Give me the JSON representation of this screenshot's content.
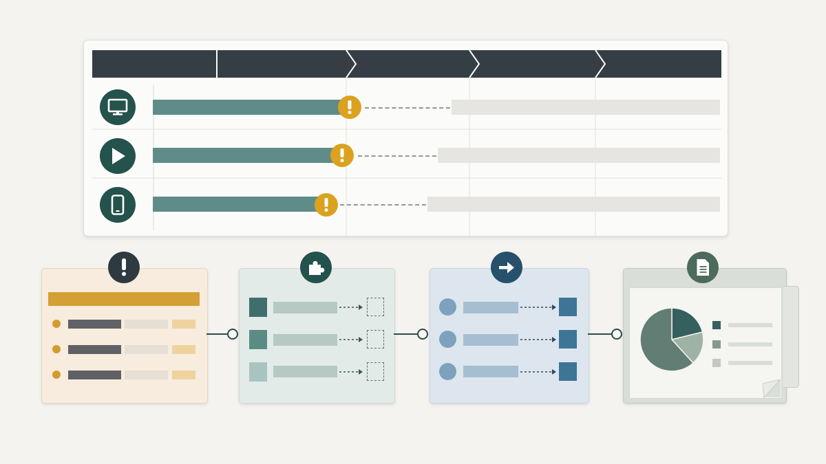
{
  "colors": {
    "header": "#353e44",
    "teal_dark": "#24524d",
    "progress": "#5f8c89",
    "pending": "#e6e5e2",
    "warning": "#dba21f",
    "stage_issue": "#f7ecdd",
    "stage_integrate": "#e3ebe8",
    "stage_route": "#dde6ee",
    "stage_report": "#d9dfd8"
  },
  "timeline": {
    "phase_count": 5,
    "rows": [
      {
        "icon": "monitor-icon",
        "progress": 0.3,
        "status": "blocked"
      },
      {
        "icon": "play-icon",
        "progress": 0.28,
        "status": "blocked"
      },
      {
        "icon": "mobile-icon",
        "progress": 0.26,
        "status": "blocked"
      }
    ]
  },
  "stages": [
    {
      "id": "issue",
      "icon": "alert-icon",
      "items": 3
    },
    {
      "id": "integrate",
      "icon": "puzzle-icon",
      "items": 3
    },
    {
      "id": "route",
      "icon": "arrow-right-icon",
      "items": 3
    },
    {
      "id": "report",
      "icon": "document-icon",
      "items": 3,
      "chart": "pie-chart-icon"
    }
  ]
}
